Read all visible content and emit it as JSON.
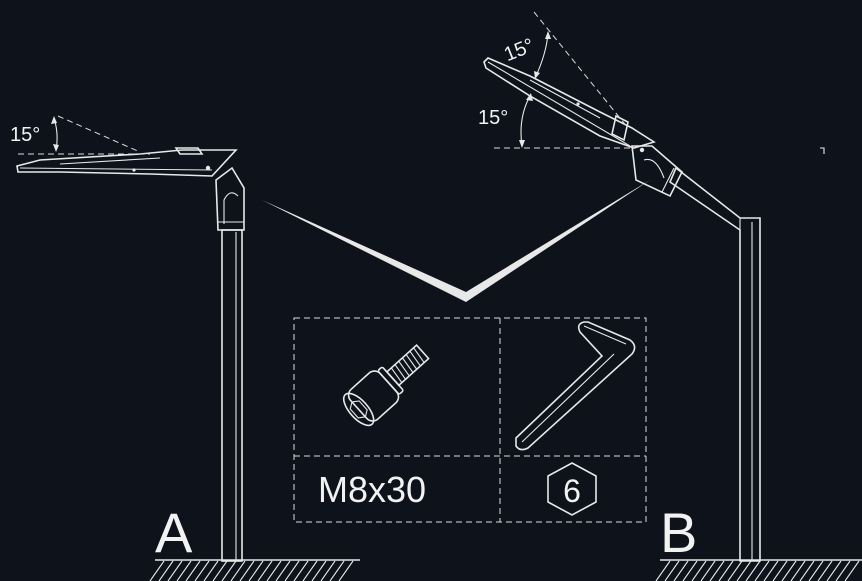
{
  "left_fixture": {
    "angle_label": "15°",
    "label": "A"
  },
  "right_fixture": {
    "angle_upper_label": "15°",
    "angle_lower_label": "15°",
    "label": "B"
  },
  "hardware": {
    "bolt_label": "M8x30",
    "hex_key_size": "6"
  },
  "icons": [
    "socket-head-bolt-icon",
    "hex-key-icon",
    "hexagon-icon"
  ],
  "colors": {
    "background": "#0d121b",
    "line": "#e8e8e8"
  }
}
